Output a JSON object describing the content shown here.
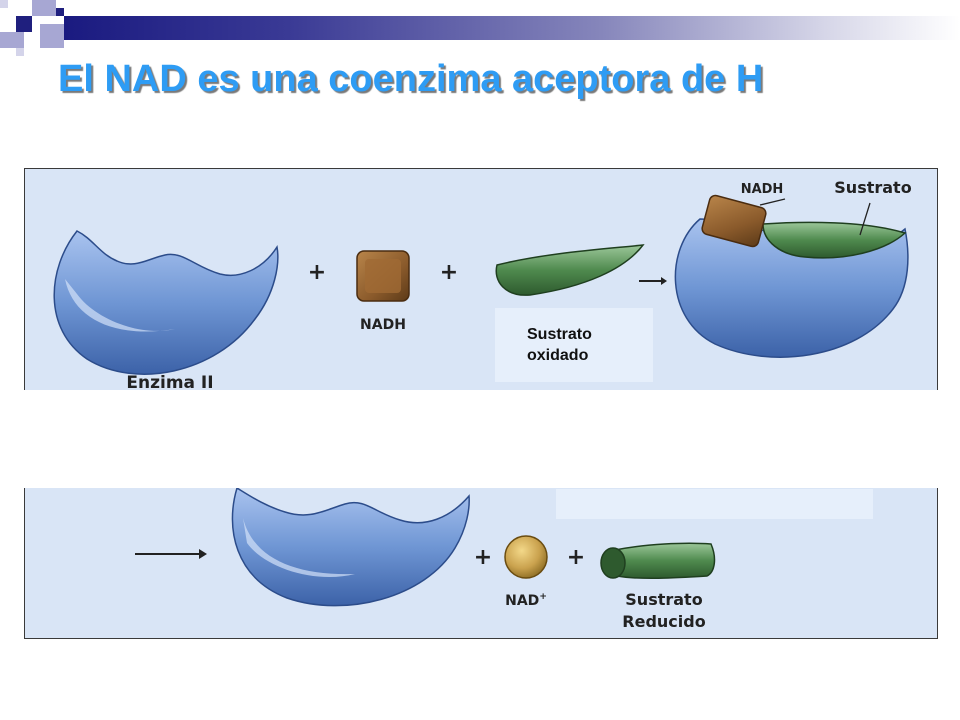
{
  "slide": {
    "title": "El NAD es una coenzima aceptora de H",
    "colors": {
      "title": "#2e9cf4",
      "panel": "#d9e5f6",
      "enzyme": "#6f96d4",
      "nadh": "#8a5a2b",
      "substrate": "#4f8a4e",
      "nad_plus": "#caa24e"
    }
  },
  "diagram_top": {
    "enzyme_label": "Enzima II",
    "nadh_label": "NADH",
    "plus_sign": "+",
    "complex_nadh_label": "NADH",
    "complex_substrate_label": "Sustrato"
  },
  "overlay_box": {
    "line1": "Sustrato",
    "line2": "oxidado"
  },
  "diagram_bottom": {
    "plus_sign": "+",
    "nad_label": "NAD",
    "nad_superscript": "+",
    "product_line1": "Sustrato",
    "product_line2": "Reducido"
  }
}
